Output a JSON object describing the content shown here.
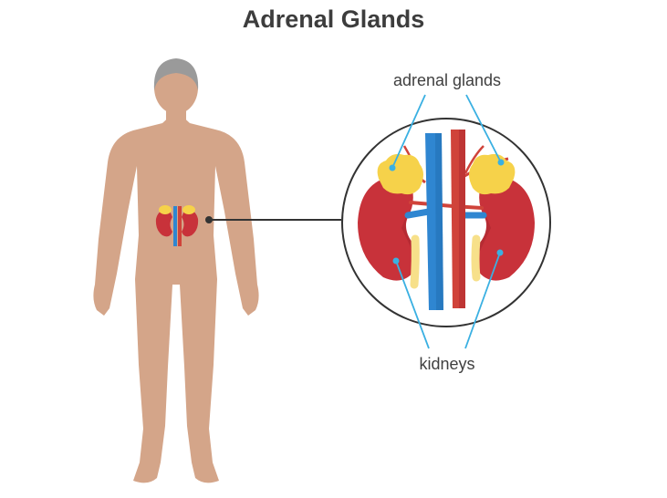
{
  "title": "Adrenal Glands",
  "labels": {
    "adrenal": "adrenal glands",
    "kidneys": "kidneys"
  },
  "colors": {
    "skin": "#d4a589",
    "hair": "#9a9a9a",
    "kidney": "#c8323a",
    "kidney_dark": "#a8262e",
    "adrenal": "#f6d24a",
    "ureter": "#f7e08a",
    "vein": "#2f86d1",
    "artery": "#d0433a",
    "pointer": "#3ab0e2",
    "connector": "#333333"
  }
}
